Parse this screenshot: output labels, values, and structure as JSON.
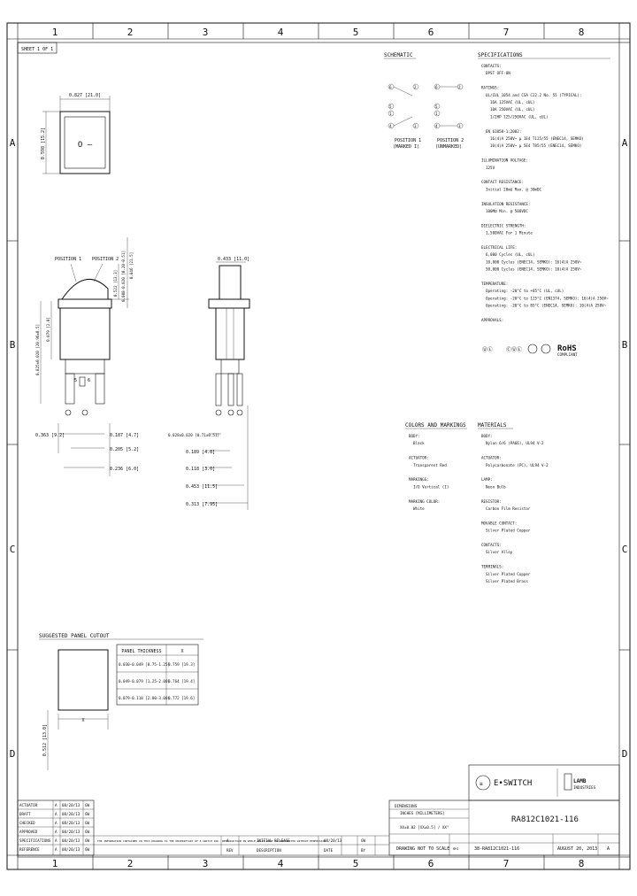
{
  "sheet": "SHEET 1 OF 1",
  "grid": {
    "top_cols": [
      "1",
      "2",
      "3",
      "4",
      "5",
      "6",
      "7",
      "8"
    ],
    "bottom_cols": [
      "1",
      "2",
      "3",
      "4",
      "5",
      "6",
      "7",
      "8"
    ],
    "rows": [
      "A",
      "B",
      "C",
      "D"
    ]
  },
  "front_view": {
    "width_dim": "0.827 [21.0]",
    "height_dim": "0.598 [15.2]",
    "symbol": "O –"
  },
  "side_view": {
    "position_1": "POSITION 1",
    "position_2": "POSITION 2",
    "dims_right": [
      "0.522 [13.3]",
      "0.008-0.020 [0.20-0.51]",
      "0.846 [21.5]"
    ],
    "dims_left": [
      "0.079 [2.0]",
      "0.825±0.020 [20.96±0.5]"
    ],
    "pin_labels": [
      "5",
      "6"
    ],
    "bottom_dims": [
      "0.363 [9.2]",
      "0.187 [4.7]",
      "0.205 [5.2]",
      "0.236 [6.0]"
    ]
  },
  "end_view": {
    "top_dim": "0.433 [11.0]",
    "right_dims": [
      "0.028x0.020 [0.71x0.51]",
      "0.189 [4.8]",
      "0.118 [3.0]",
      "0.453 [11.5]",
      "0.313 [7.95]"
    ]
  },
  "schematic": {
    "title": "SCHEMATIC",
    "pin_numbers": [
      "6",
      "2",
      "5",
      "1",
      "4",
      "3",
      "6",
      "2",
      "5",
      "1",
      "4",
      "3"
    ],
    "position_1": [
      "POSITION 1",
      "(MARKED I)"
    ],
    "position_2": [
      "POSITION 2",
      "(UNMARKED)"
    ]
  },
  "specifications": {
    "title": "SPECIFICATIONS",
    "lines": [
      "CONTACTS:",
      "  DPST OFF-ON",
      "",
      "RATINGS:",
      "  UL/CUL 1054 and CSA C22.2 No. 55 (TYPICAL):",
      "    16A 125VAC (UL, cUL)",
      "    10A 250VAC (UL, cUL)",
      "    1/2HP 125/250VAC (UL, cUL)",
      "",
      "  EN 61058-1:2002:",
      "    16(4)A 250V~ μ 1E4 T125/55 (ENEC14, SEMKO)",
      "    10(4)A 250V~ μ 5E4 T85/55 (ENEC14, SEMKO)",
      "",
      "ILLUMINATION VOLTAGE:",
      "  125V",
      "",
      "CONTACT RESISTANCE:",
      "  Initial 20mΩ Max. @ 30mDC",
      "",
      "INSULATION RESISTANCE:",
      "  100MΩ Min. @ 500VDC",
      "",
      "DIELECTRIC STRENGTH:",
      "  1,500VAC For 1 Minute",
      "",
      "ELECTRICAL LIFE:",
      "  6,000 Cycles (UL, cUL)",
      "  10,000 Cycles (ENEC14, SEMKO): 16(4)A 250V~",
      "  50,000 Cycles (ENEC14, SEMKO): 10(4)A 250V~",
      "",
      "TEMPERATURE:",
      "  Operating: -20°C to +85°C (UL, cUL)",
      "  Operating: -20°C to 125°C (EN1374, SEMKO): 16(4)A 250V~",
      "  Operating: -20°C to 85°C (ENEC14, SEMKO): 10(4)A 250V~",
      "",
      "APPROVALS:"
    ],
    "rohs": "RoHS",
    "rohs_sub": "COMPLIANT"
  },
  "colors_markings": {
    "title": "COLORS AND MARKINGS",
    "lines": [
      "BODY:",
      "  Black",
      "",
      "ACTUATOR:",
      "  Transparent Red",
      "",
      "MARKINGS:",
      "  I/O Vertical (I)",
      "",
      "MARKING COLOR:",
      "  White"
    ]
  },
  "materials": {
    "title": "MATERIALS",
    "lines": [
      "BODY:",
      "  Nylon 6/6 (PA66), UL94 V-2",
      "",
      "ACTUATOR:",
      "  Polycarbonate (PC), UL94 V-2",
      "",
      "LAMP:",
      "  Neon Bulb",
      "",
      "RESISTOR:",
      "  Carbon Film Resistor",
      "",
      "MOVABLE CONTACT:",
      "  Silver Plated Copper",
      "",
      "CONTACTS:",
      "  Silver Alloy",
      "",
      "TERMINALS:",
      "  Silver Plated Copper",
      "  Silver Plated Brass"
    ]
  },
  "panel_cutout": {
    "title": "SUGGESTED PANEL CUTOUT",
    "headers": [
      "PANEL THICKNESS",
      "X"
    ],
    "rows": [
      [
        "0.030-0.049 [0.75-1.25]",
        "0.759 [19.3]"
      ],
      [
        "0.049-0.079 [1.25-2.00]",
        "0.764 [19.4]"
      ],
      [
        "0.079-0.118 [2.00-3.00]",
        "0.772 [19.6]"
      ]
    ],
    "x_label": "X",
    "height_dim": "0.512 [13.0]"
  },
  "title_block": {
    "brand": "E•SWITCH",
    "partner": "LAMB",
    "partner_sub": "INDUSTRIES",
    "part_number": "RA812C1021-116",
    "units_label": "DIMENSIONS",
    "units": "INCHES [MILLIMETERS]",
    "tolerance": "XX±0.02 [XX±0.5] / XX°",
    "scale_note": "DRAWING NOT TO SCALE",
    "drawing_no": "38-RA812C1021-116",
    "date": "AUGUST 20, 2013",
    "rev": "A",
    "approvals": [
      [
        "ACTUATOR",
        "A",
        "08/20/13",
        "GW"
      ],
      [
        "DRAFT",
        "A",
        "08/20/13",
        "GW"
      ],
      [
        "CHECKED",
        "A",
        "08/20/13",
        "GW"
      ],
      [
        "APPROVED",
        "A",
        "08/20/13",
        "GW"
      ],
      [
        "SPECIFICATIONS",
        "A",
        "08/20/13",
        "GW"
      ],
      [
        "REFERENCE",
        "A",
        "08/20/13",
        "GW"
      ]
    ],
    "proprietary_note": "THE INFORMATION CONTAINED IN THIS DRAWING IS THE PROPRIETARY OF E-SWITCH INC. REPRODUCTION IN WHOLE OR IN PART IS PROHIBITED WITHOUT PERMISSION",
    "rev_block": [
      "A",
      "INITIAL RELEASE",
      "08/20/13",
      "GW"
    ],
    "rev_block2": [
      "REV",
      "DESCRIPTION",
      "DATE",
      "BY"
    ]
  }
}
